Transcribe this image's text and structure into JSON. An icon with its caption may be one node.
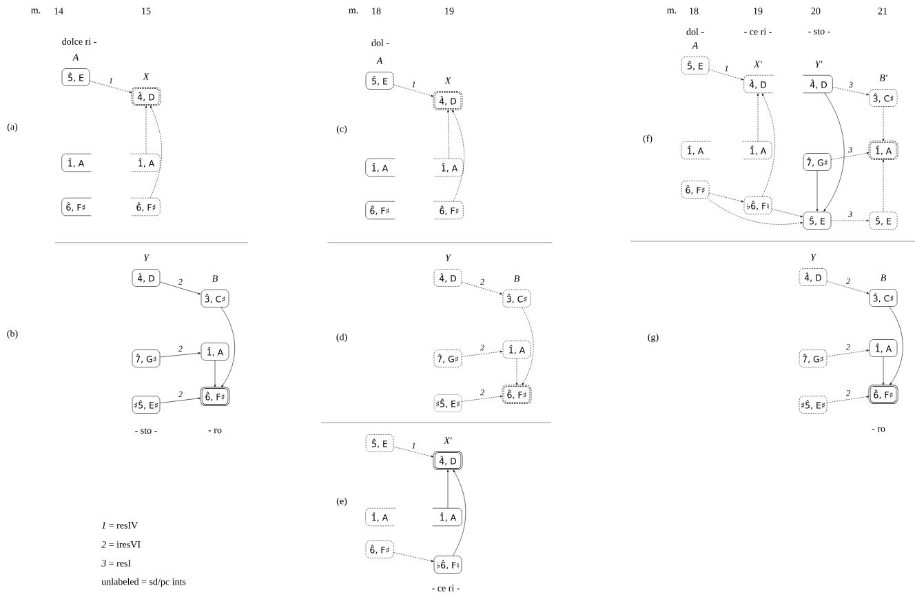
{
  "diagram": {
    "nodes": [
      {
        "text": [
          "5̂, E"
        ],
        "beside": [
          "A"
        ]
      },
      {
        "text": [
          "4̂, D"
        ],
        "beside": [
          "X"
        ]
      },
      {
        "text": [
          "1̂, A"
        ]
      },
      {
        "text": [
          "1̂, A"
        ]
      },
      {
        "text": [
          "6̂, F♯"
        ]
      },
      {
        "text": [
          "6̂, F♯"
        ]
      },
      {
        "text": [
          "4̂, D"
        ],
        "beside": [
          "Y"
        ]
      },
      {
        "text": [
          "3̂, C♯"
        ],
        "beside": [
          "B"
        ]
      },
      {
        "text": [
          "7̂, G♯"
        ]
      },
      {
        "text": [
          "1̂, A"
        ]
      },
      {
        "text": [
          "♯5̂, E♯"
        ]
      },
      {
        "text": [
          "6̂, F♯"
        ]
      },
      {
        "text": [
          "5̂, E"
        ],
        "beside": [
          "A"
        ]
      },
      {
        "text": [
          "4̂, D"
        ],
        "beside": [
          "X"
        ]
      },
      {
        "text": [
          "1̂, A"
        ]
      },
      {
        "text": [
          "1̂, A"
        ]
      },
      {
        "text": [
          "6̂, F♯"
        ]
      },
      {
        "text": [
          "6̂, F♯"
        ]
      },
      {
        "text": [
          "4̂, D"
        ],
        "beside": [
          "Y"
        ]
      },
      {
        "text": [
          "3̂, C♯"
        ],
        "beside": [
          "B"
        ]
      },
      {
        "text": [
          "7̂, G♯"
        ]
      },
      {
        "text": [
          "1̂, A"
        ]
      },
      {
        "text": [
          "♯5̂, E♯"
        ]
      },
      {
        "text": [
          "6̂, F♯"
        ]
      },
      {
        "text": [
          "5̂, E"
        ]
      },
      {
        "text": [
          "4̂, D"
        ],
        "beside": [
          "X′"
        ]
      },
      {
        "text": [
          "1̂, A"
        ]
      },
      {
        "text": [
          "1̂, A"
        ]
      },
      {
        "text": [
          "6̂, F♯"
        ]
      },
      {
        "text": [
          "♭6̂, F♮"
        ]
      },
      {
        "text": [
          "5̂, E"
        ],
        "beside": [
          "A"
        ]
      },
      {
        "text": [
          "4̂, D"
        ],
        "beside": [
          "X′"
        ]
      },
      {
        "text": [
          "4̂, D"
        ],
        "beside": [
          "Y′"
        ]
      },
      {
        "text": [
          "3̂, C♯"
        ],
        "beside": [
          "B′"
        ]
      },
      {
        "text": [
          "1̂, A"
        ]
      },
      {
        "text": [
          "1̂, A"
        ]
      },
      {
        "text": [
          "1̂, A"
        ]
      },
      {
        "text": [
          "7̂, G♯"
        ]
      },
      {
        "text": [
          "6̂, F♯"
        ]
      },
      {
        "text": [
          "♭6̂, F♮"
        ]
      },
      {
        "text": [
          "5̂, E"
        ]
      },
      {
        "text": [
          "5̂, E"
        ]
      },
      {
        "text": [
          "4̂, D"
        ],
        "beside": [
          "Y"
        ]
      },
      {
        "text": [
          "3̂, C♯"
        ],
        "beside": [
          "B"
        ]
      },
      {
        "text": [
          "7̂, G♯"
        ]
      },
      {
        "text": [
          "1̂, A"
        ]
      },
      {
        "text": [
          "♯5̂, E♯"
        ]
      },
      {
        "text": [
          "6̂, F♯"
        ]
      }
    ],
    "edges": [
      {
        "from": 0,
        "to": 1,
        "arrow": "to",
        "style": "dashed",
        "label": "1"
      },
      {
        "from": 3,
        "to": 1,
        "arrow": "to",
        "style": "dashed"
      },
      {
        "from": 5,
        "to": 1,
        "arrow": "to",
        "style": "dashed"
      },
      {
        "from": 6,
        "to": 7,
        "arrow": "to",
        "label": "2"
      },
      {
        "from": 8,
        "to": 9,
        "arrow": "to",
        "label": "2"
      },
      {
        "from": 10,
        "to": 11,
        "arrow": "to",
        "label": "2"
      },
      {
        "from": 9,
        "to": 11,
        "arrow": "to"
      },
      {
        "from": 7,
        "to": 11,
        "arrow": "to"
      },
      {
        "from": 12,
        "to": 13,
        "arrow": "to",
        "style": "dashed",
        "label": "1"
      },
      {
        "from": 15,
        "to": 13,
        "arrow": "to",
        "style": "dashed"
      },
      {
        "from": 17,
        "to": 13,
        "arrow": "to",
        "style": "dashed"
      },
      {
        "from": 18,
        "to": 19,
        "arrow": "to",
        "style": "dashed",
        "label": "2"
      },
      {
        "from": 20,
        "to": 21,
        "arrow": "to",
        "style": "dashed",
        "label": "2"
      },
      {
        "from": 22,
        "to": 23,
        "arrow": "to",
        "style": "dashed",
        "label": "2"
      },
      {
        "from": 21,
        "to": 23,
        "arrow": "to",
        "style": "dashed"
      },
      {
        "from": 19,
        "to": 23,
        "arrow": "to",
        "style": "dashed"
      },
      {
        "from": 24,
        "to": 25,
        "arrow": "to",
        "style": "dashed",
        "label": "1"
      },
      {
        "from": 27,
        "to": 25,
        "arrow": "to"
      },
      {
        "from": 28,
        "to": 29,
        "arrow": "to",
        "style": "dashed"
      },
      {
        "from": 29,
        "to": 25,
        "arrow": "to"
      },
      {
        "from": 30,
        "to": 31,
        "arrow": "to",
        "style": "dashed",
        "label": "1"
      },
      {
        "from": 35,
        "to": 31,
        "arrow": "to",
        "style": "dashed"
      },
      {
        "from": 39,
        "to": 31,
        "arrow": "to",
        "style": "dashed"
      },
      {
        "from": 32,
        "to": 33,
        "arrow": "to",
        "style": "dashed",
        "label": "3"
      },
      {
        "from": 33,
        "to": 36,
        "arrow": "to",
        "style": "dashed"
      },
      {
        "from": 37,
        "to": 36,
        "arrow": "to",
        "style": "dashed",
        "label": "3"
      },
      {
        "from": 37,
        "to": 40,
        "arrow": "to"
      },
      {
        "from": 32,
        "to": 40,
        "arrow": "to"
      },
      {
        "from": 38,
        "to": 39,
        "arrow": "to",
        "style": "dashed"
      },
      {
        "from": 39,
        "to": 40,
        "arrow": "to",
        "style": "dashed"
      },
      {
        "from": 38,
        "to": 40,
        "arrow": "to",
        "style": "dashed"
      },
      {
        "from": 40,
        "to": 41,
        "arrow": "to",
        "style": "dashed",
        "label": "3"
      },
      {
        "from": 41,
        "to": 36,
        "arrow": "to",
        "style": "dashed"
      },
      {
        "from": 42,
        "to": 43,
        "arrow": "to",
        "style": "dashed",
        "label": "2"
      },
      {
        "from": 44,
        "to": 45,
        "arrow": "to",
        "style": "dashed",
        "label": "2"
      },
      {
        "from": 46,
        "to": 47,
        "arrow": "to",
        "style": "dashed",
        "label": "2"
      },
      {
        "from": 45,
        "to": 47,
        "arrow": "to"
      },
      {
        "from": 43,
        "to": 47,
        "arrow": "to"
      }
    ],
    "labels": [
      "m.",
      "14",
      "15",
      "dolce ri -",
      "(a)",
      "(b)",
      "- sto -",
      "- ro",
      "*1* = resIV",
      "*2* = iresVI",
      "*3* = resI",
      "unlabeled = sd/pc ints",
      "m.",
      "18",
      "19",
      "dol -",
      "(c)",
      "(d)",
      "(e)",
      "- ce ri -",
      "m.",
      "18",
      "19",
      "20",
      "21",
      "dol -",
      "- ce ri -",
      "- sto -",
      "(f)",
      "(g)",
      "- ro"
    ]
  }
}
